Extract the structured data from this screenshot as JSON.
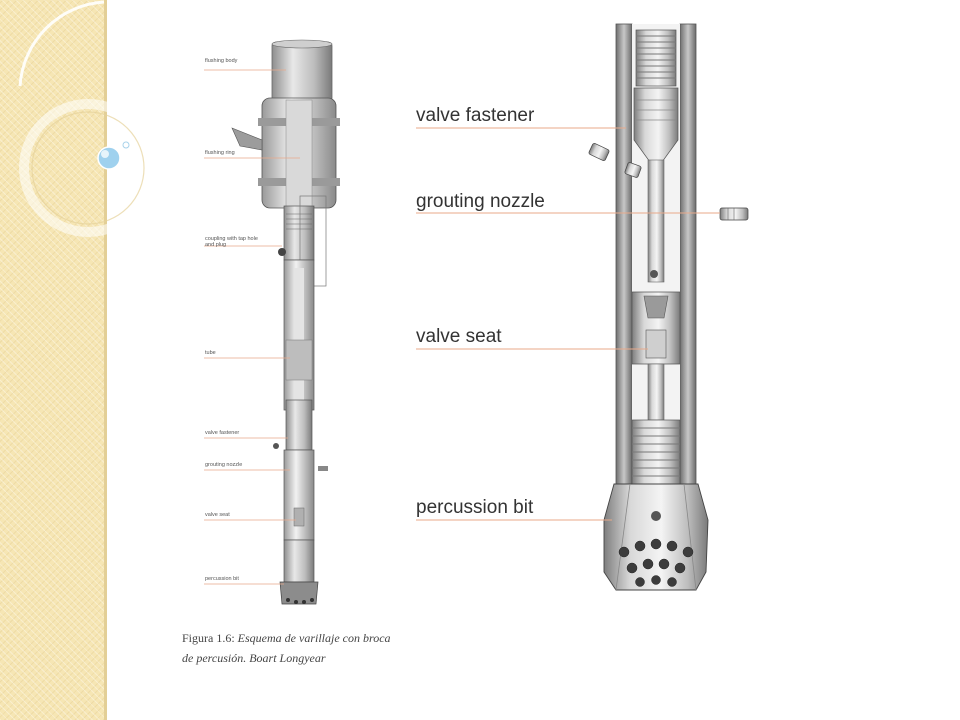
{
  "left_figure": {
    "labels": [
      "flushing body",
      "flushing ring",
      "coupling with tap hole and plug",
      "tube",
      "valve fastener",
      "grouting nozzle",
      "valve seat",
      "percussion bit"
    ]
  },
  "right_figure": {
    "labels": [
      "valve fastener",
      "grouting nozzle",
      "valve seat",
      "percussion bit"
    ]
  },
  "caption": {
    "prefix": "Figura 1.6:",
    "text_line1": "Esquema de varillaje con broca",
    "text_line2": "de percusión. Boart Longyear"
  },
  "colors": {
    "sidebar": "#f6e6b4",
    "leader_line": "#e8a98a",
    "ring": "#ffffff",
    "bubble": "#9fd1ee"
  }
}
